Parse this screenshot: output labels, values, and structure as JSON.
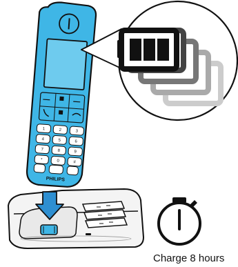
{
  "brand": "PHILIPS",
  "caption": "Charge 8 hours",
  "keypad": {
    "rows": [
      [
        "1",
        "2",
        "3"
      ],
      [
        "4",
        "5",
        "6"
      ],
      [
        "7",
        "8",
        "9"
      ],
      [
        "*",
        "0",
        "#"
      ]
    ]
  },
  "colors": {
    "handset": "#3fb6e6",
    "outline": "#111111",
    "base": "#f2f2f2",
    "arrow": "#2e8fd1",
    "battery_fill": "#111111",
    "battery_shadows": [
      "#444444",
      "#777777",
      "#aaaaaa",
      "#cccccc"
    ]
  },
  "icons": {
    "battery": "battery-full-icon",
    "timer": "stopwatch-icon",
    "arrow": "arrow-down-icon"
  }
}
